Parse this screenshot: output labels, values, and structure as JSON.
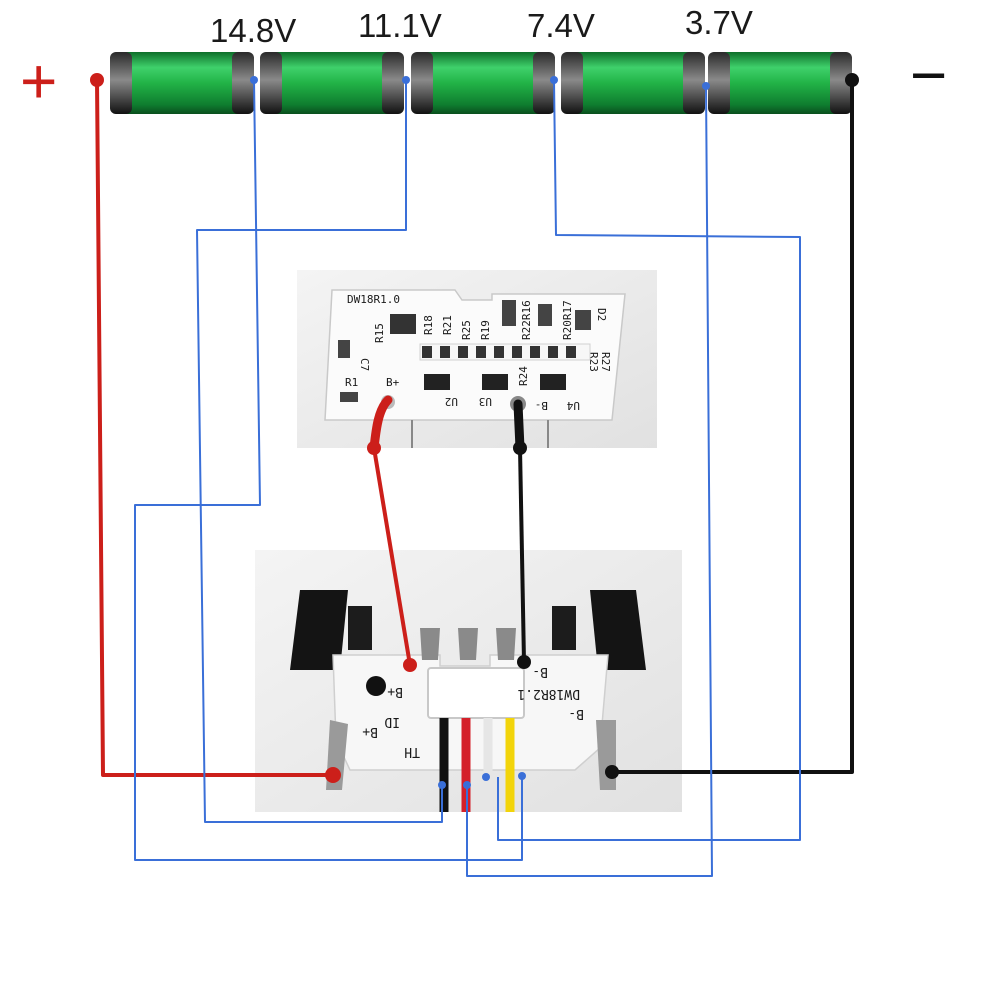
{
  "pack": {
    "plus_symbol": "+",
    "minus_symbol": "−",
    "tap_labels": [
      "14.8V",
      "11.1V",
      "7.4V",
      "3.7V"
    ],
    "cell_color": "#22b347",
    "cell_count": 5
  },
  "wire_colors": {
    "positive": "#cc1f1a",
    "negative": "#111111",
    "balance": "#3a6fd8"
  },
  "board_top": {
    "title": "DW18R1.0",
    "labels": [
      "R15",
      "C7",
      "R1",
      "B+",
      "R18",
      "R21",
      "R25",
      "R19",
      "R22R16",
      "R20R17",
      "D2",
      "R23",
      "R27",
      "R24",
      "U2",
      "U3",
      "U4",
      "B-"
    ]
  },
  "board_bottom": {
    "label_bplus": "B+",
    "label_bminus": "B-",
    "model": "DW18R2.1",
    "side_labels": [
      "ID",
      "B+",
      "TH",
      "B-"
    ],
    "lead_colors": [
      "#111111",
      "#d4202a",
      "#f4f4f4",
      "#f2d40a"
    ]
  }
}
